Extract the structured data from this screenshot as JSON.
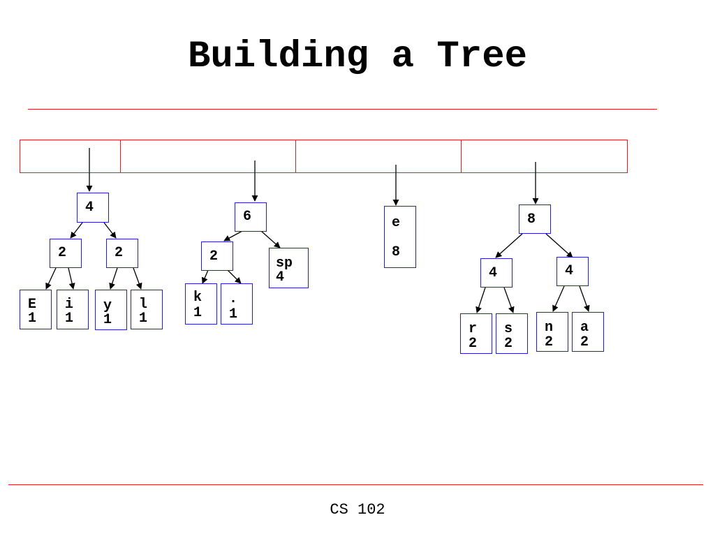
{
  "slide": {
    "title": "Building a Tree",
    "footer": "CS 102"
  },
  "trees": {
    "t1": {
      "root": "4",
      "left": "2",
      "right": "2",
      "leaves": [
        {
          "sym": "E",
          "count": "1"
        },
        {
          "sym": "i",
          "count": "1"
        },
        {
          "sym": "y",
          "count": "1"
        },
        {
          "sym": "l",
          "count": "1"
        }
      ]
    },
    "t2": {
      "root": "6",
      "left": "2",
      "right": {
        "sym": "sp",
        "count": "4"
      },
      "leaves": [
        {
          "sym": "k",
          "count": "1"
        },
        {
          "sym": ".",
          "count": "1"
        }
      ]
    },
    "t3": {
      "single": {
        "sym": "e",
        "count": "8"
      }
    },
    "t4": {
      "root": "8",
      "left": "4",
      "right": "4",
      "leaves": [
        {
          "sym": "r",
          "count": "2"
        },
        {
          "sym": "s",
          "count": "2"
        },
        {
          "sym": "n",
          "count": "2"
        },
        {
          "sym": "a",
          "count": "2"
        }
      ]
    }
  }
}
